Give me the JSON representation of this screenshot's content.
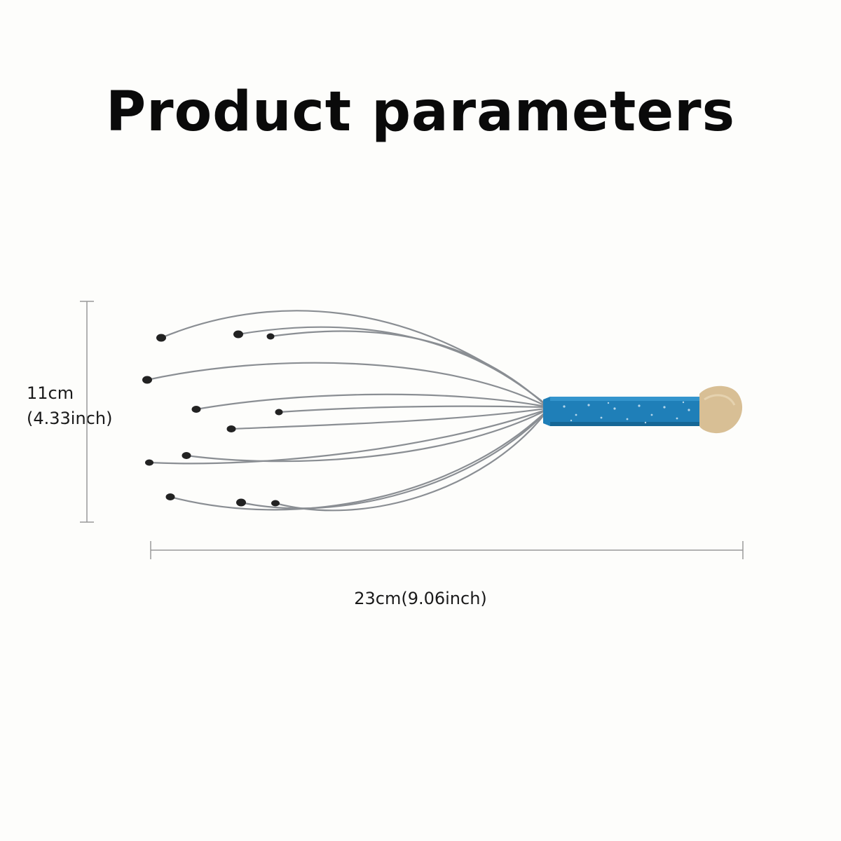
{
  "title": "Product parameters",
  "dimensions": {
    "height_cm": "11cm",
    "height_inch": "(4.33inch)",
    "width_label": "23cm(9.06inch)"
  },
  "colors": {
    "background": "#fdfdfb",
    "handle": "#1f7fb8",
    "wire": "#8a8e93",
    "tip": "#222222",
    "end_cap": "#d8bf95",
    "guide_line": "#9a9a9a"
  },
  "product_image": {
    "subject": "head-massager-icon"
  }
}
